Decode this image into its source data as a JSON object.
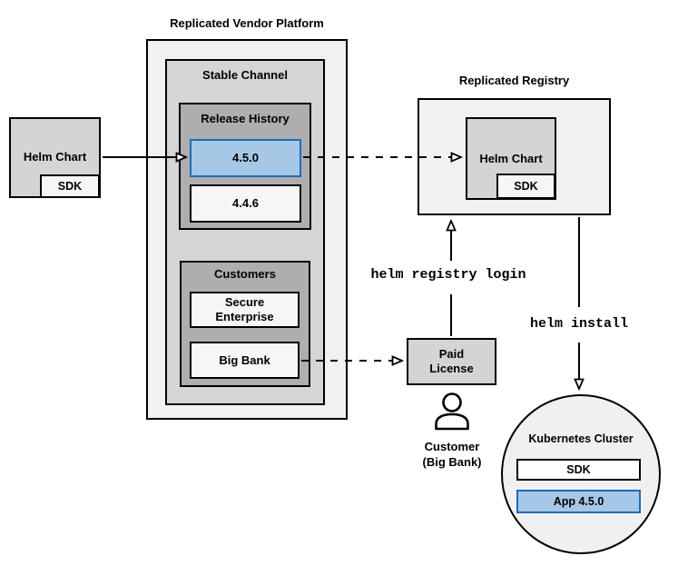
{
  "diagram": {
    "platform": {
      "title": "Replicated Vendor Platform"
    },
    "stable_channel": {
      "label": "Stable Channel"
    },
    "release_history": {
      "label": "Release History",
      "releases": [
        {
          "version": "4.5.0",
          "highlighted": true
        },
        {
          "version": "4.4.6",
          "highlighted": false
        }
      ]
    },
    "customers": {
      "label": "Customers",
      "items": [
        {
          "name": "Secure Enterprise"
        },
        {
          "name": "Big Bank"
        }
      ]
    },
    "vendor_chart": {
      "label": "Helm Chart",
      "sdk_label": "SDK"
    },
    "registry": {
      "title": "Replicated Registry",
      "chart_label": "Helm Chart",
      "sdk_label": "SDK"
    },
    "paid_license": {
      "label": "Paid License"
    },
    "customer_actor": {
      "line1": "Customer",
      "line2": "(Big Bank)",
      "icon": "person-icon"
    },
    "cluster": {
      "label": "Kubernetes Cluster",
      "sdk_label": "SDK",
      "app_label": "App 4.5.0"
    },
    "commands": {
      "registry_login": "helm registry login",
      "install": "helm install"
    },
    "colors": {
      "highlight_fill": "#a7c7e7",
      "highlight_border": "#1e6bb8",
      "highlight_text": "#1b5496",
      "container_light": "#f1f1f1",
      "channel_gray": "#d5d5d5",
      "group_gray": "#aeaeae",
      "item_white": "#f6f6f6",
      "line_black": "#000000"
    }
  }
}
